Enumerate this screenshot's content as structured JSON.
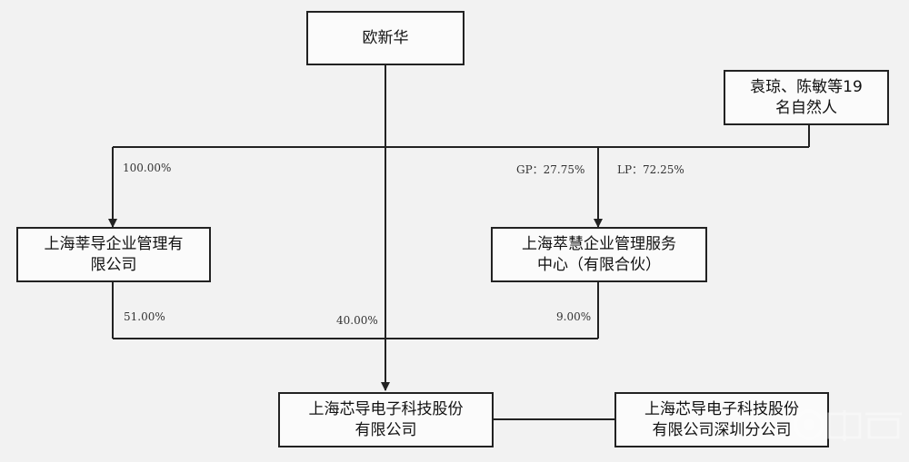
{
  "nodes": {
    "ou_xinhua": [
      "欧新华"
    ],
    "yuan_group": [
      "袁琼、陈敏等19",
      "名自然人"
    ],
    "xindao_mgmt": [
      "上海莘导企业管理有",
      "限公司"
    ],
    "cuihui_center": [
      "上海萃慧企业管理服务",
      "中心（有限合伙）"
    ],
    "xindao_tech": [
      "上海芯导电子科技股份",
      "有限公司"
    ],
    "shenzhen_branch": [
      "上海芯导电子科技股份",
      "有限公司深圳分公司"
    ]
  },
  "labels": {
    "ou_to_mgmt": "100.00%",
    "ou_gp": "GP：27.75%",
    "yuan_lp": "LP：72.25%",
    "mgmt_to_tech": "51.00%",
    "ou_to_tech": "40.00%",
    "center_to_tech": "9.00%"
  },
  "colors": {
    "line": "#222222",
    "box_border": "#222222",
    "background": "#f2f2f2"
  }
}
